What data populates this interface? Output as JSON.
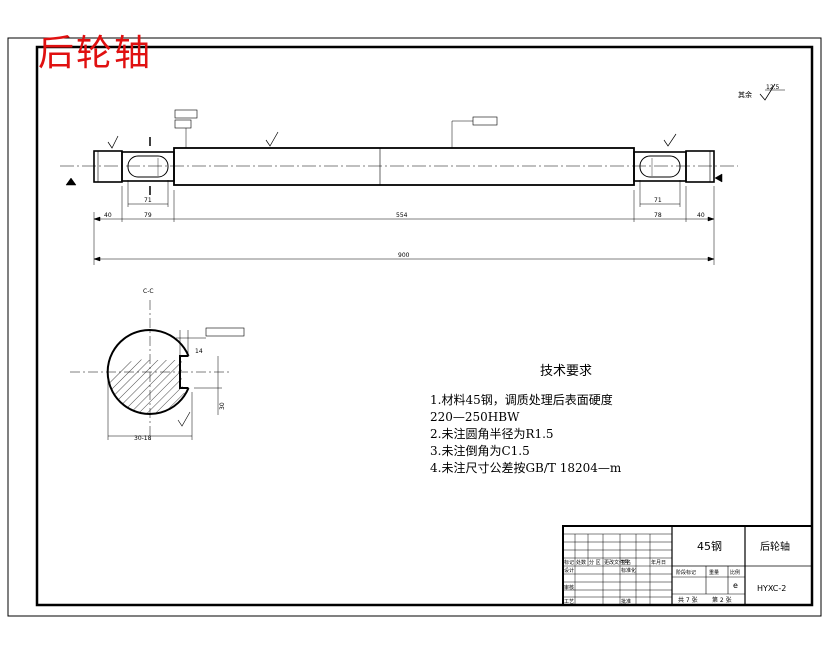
{
  "stamp_title": "后轮轴",
  "roughness_note": "其余",
  "roughness_value": "12.5",
  "dimensions": {
    "left_end": "40",
    "left_key_seg": "79",
    "main_body": "554",
    "right_key_seg": "78",
    "right_end": "40",
    "total": "900",
    "key_len_left": "71",
    "key_len_right": "71"
  },
  "section": {
    "label": "C-C",
    "keyway_width": "14",
    "depth_dim": "30",
    "dia_dim": "30-18"
  },
  "tech_requirements": {
    "title": "技术要求",
    "items": [
      "1.材料45钢，调质处理后表面硬度",
      "220—250HBW",
      "2.未注圆角半径为R1.5",
      "3.未注倒角为C1.5",
      "4.未注尺寸公差按GB/T 18204—m"
    ]
  },
  "title_block": {
    "material": "45钢",
    "part_name": "后轮轴",
    "drawing_no": "HYXC-2",
    "sheet_total": "共 7 张",
    "sheet_no": "第 2 张",
    "scale_label": "比例",
    "weight_label": "重量",
    "stage_label": "阶段标记",
    "header_labels": [
      "标记",
      "处数",
      "分 区",
      "更改文件号",
      "签名",
      "年月日"
    ],
    "design_label": "设计",
    "standardize_label": "标准化",
    "check_label": "审核",
    "process_label": "工艺",
    "approve_label": "批准",
    "scale_mark": "e"
  }
}
